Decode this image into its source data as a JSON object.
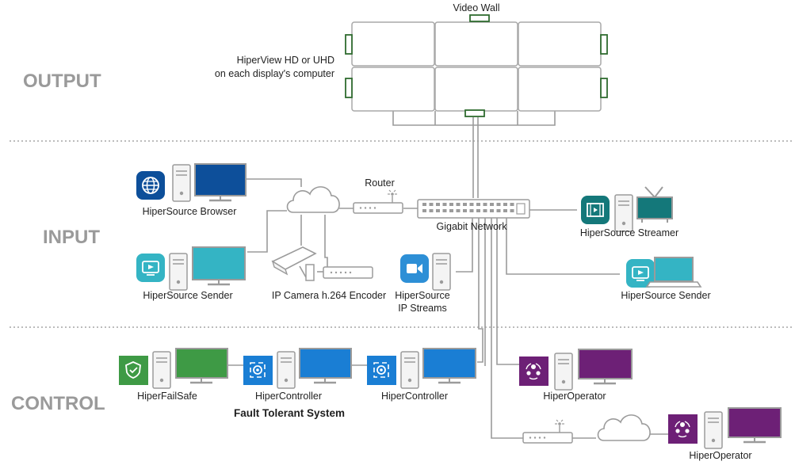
{
  "sections": {
    "output": "OUTPUT",
    "input": "INPUT",
    "control": "CONTROL"
  },
  "video_wall": {
    "title": "Video Wall",
    "note_line1": "HiperView HD or UHD",
    "note_line2": "on each display's computer"
  },
  "network": {
    "router": "Router",
    "switch": "Gigabit Network"
  },
  "nodes": {
    "browser": "HiperSource Browser",
    "sender_left": "HiperSource Sender",
    "camera": "IP Camera h.264 Encoder",
    "ip_streams_line1": "HiperSource",
    "ip_streams_line2": "IP Streams",
    "streamer": "HiperSource Streamer",
    "sender_right": "HiperSource Sender",
    "failsafe": "HiperFailSafe",
    "controller_1": "HiperController",
    "controller_2": "HiperController",
    "operator_1": "HiperOperator",
    "operator_2": "HiperOperator",
    "fault_tolerant": "Fault Tolerant System"
  },
  "colors": {
    "section_text": "#9a9a9a",
    "wall_connector": "#2f6b2f",
    "browser_blue": "#0d4f9a",
    "sender_teal": "#34b4c4",
    "streamer_teal": "#14787a",
    "streams_blue": "#2d8fd6",
    "failsafe_green": "#3e9a45",
    "controller_blue": "#1a7ed4",
    "operator_purple": "#6d2076"
  },
  "icons": {
    "browser": "globe-icon",
    "sender": "play-screen-icon",
    "streamer": "film-icon",
    "streams": "video-camera-icon",
    "failsafe": "shield-check-icon",
    "controller": "controller-icon",
    "operator": "people-icon"
  }
}
